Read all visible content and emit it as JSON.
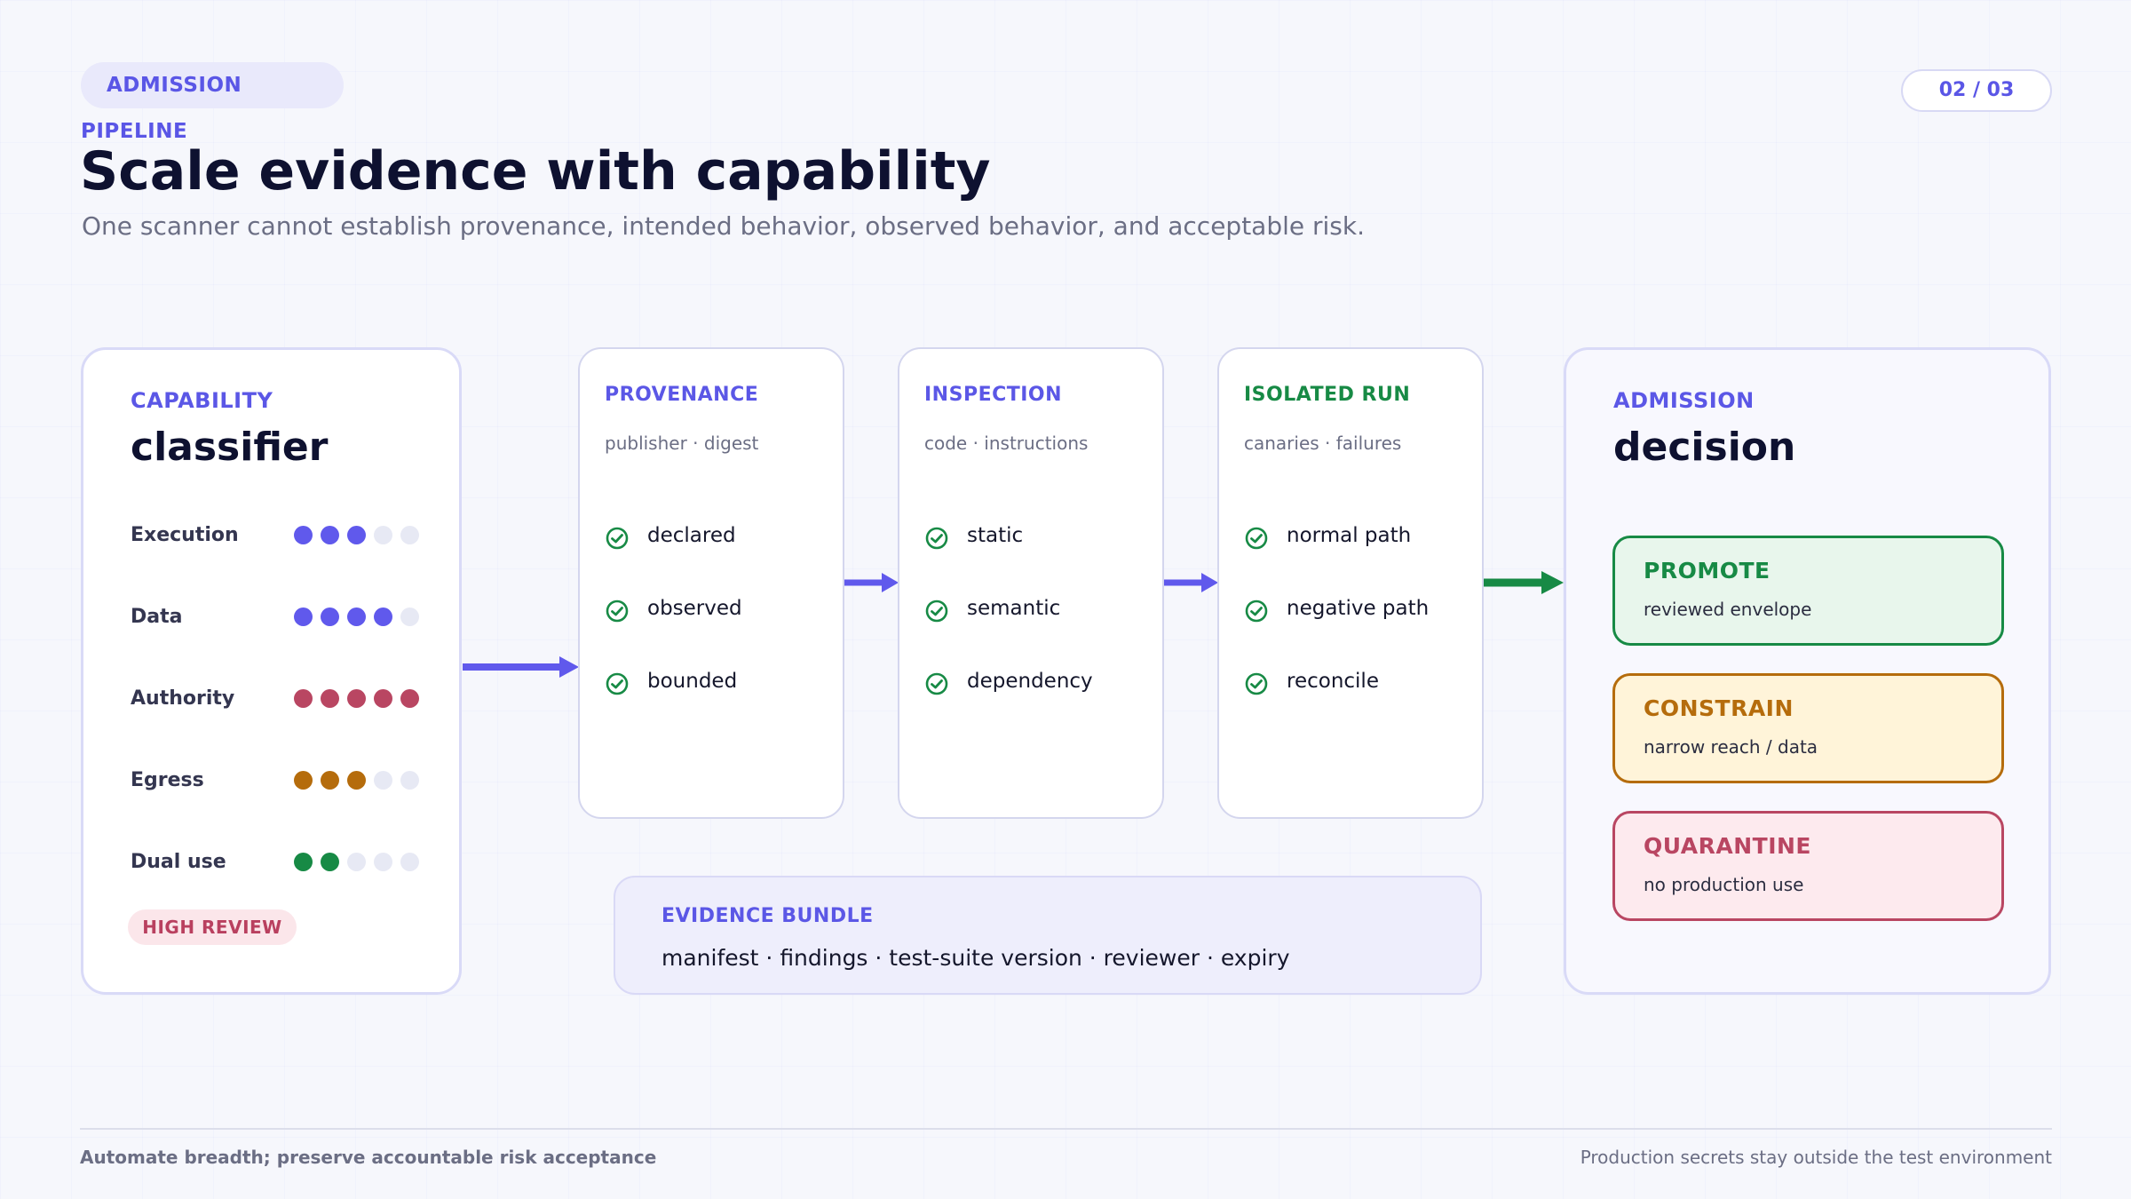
{
  "header": {
    "badge": "ADMISSION PIPELINE",
    "pager": "02 / 03",
    "title": "Scale evidence with capability",
    "subtitle": "One scanner cannot establish provenance, intended behavior, observed behavior, and acceptable risk."
  },
  "capability": {
    "kicker": "CAPABILITY",
    "title": "classifier",
    "rows": [
      {
        "label": "Execution",
        "level": 3,
        "max": 5,
        "color": "#6059ec"
      },
      {
        "label": "Data",
        "level": 4,
        "max": 5,
        "color": "#6059ec"
      },
      {
        "label": "Authority",
        "level": 5,
        "max": 5,
        "color": "#b94662"
      },
      {
        "label": "Egress",
        "level": 3,
        "max": 5,
        "color": "#b56c0c"
      },
      {
        "label": "Dual use",
        "level": 2,
        "max": 5,
        "color": "#178a45"
      }
    ],
    "review_badge": "HIGH REVIEW"
  },
  "stages": [
    {
      "kicker": "PROVENANCE",
      "sub": "publisher · digest",
      "items": [
        "declared",
        "observed",
        "bounded"
      ],
      "kicker_color": "#5b57e6"
    },
    {
      "kicker": "INSPECTION",
      "sub": "code · instructions",
      "items": [
        "static",
        "semantic",
        "dependency"
      ],
      "kicker_color": "#5b57e6"
    },
    {
      "kicker": "ISOLATED RUN",
      "sub": "canaries · failures",
      "items": [
        "normal path",
        "negative path",
        "reconcile"
      ],
      "kicker_color": "#178a45"
    }
  ],
  "evidence_bundle": {
    "kicker": "EVIDENCE BUNDLE",
    "contents": "manifest · findings · test-suite version · reviewer · expiry"
  },
  "admission": {
    "kicker": "ADMISSION",
    "title": "decision",
    "outcomes": [
      {
        "label": "PROMOTE",
        "desc": "reviewed envelope",
        "color": "#178a45",
        "bg": "#e8f6ec"
      },
      {
        "label": "CONSTRAIN",
        "desc": "narrow reach / data",
        "color": "#b56c0c",
        "bg": "#fff4d9"
      },
      {
        "label": "QUARANTINE",
        "desc": "no production use",
        "color": "#b94662",
        "bg": "#fdeaee"
      }
    ]
  },
  "footer": {
    "left": "Automate breadth; preserve accountable risk acceptance",
    "right": "Production secrets stay outside the test environment"
  },
  "colors": {
    "accent": "#6059ec",
    "success": "#178a45",
    "warning": "#b56c0c",
    "danger": "#b94662"
  },
  "icons": {
    "check": "check-circle-icon"
  }
}
